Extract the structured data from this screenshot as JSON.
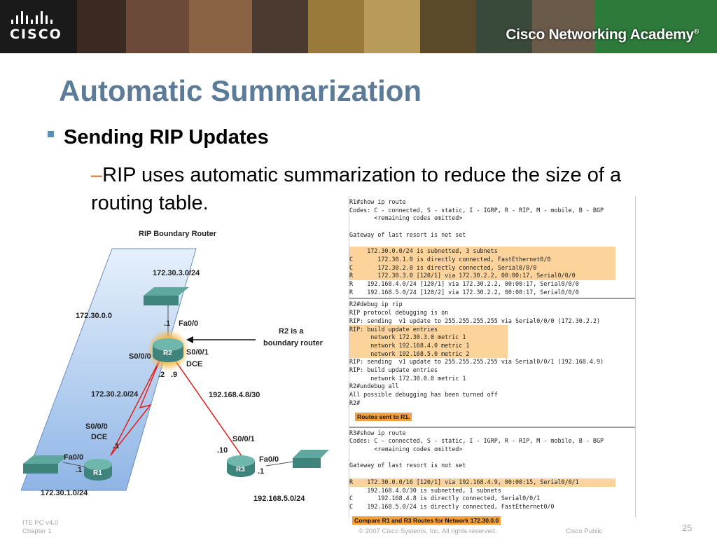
{
  "header": {
    "logo_text": "CISCO",
    "academy": "Cisco Networking Academy",
    "trademark": "®"
  },
  "slide": {
    "title": "Automatic Summarization",
    "bullet": "Sending RIP Updates",
    "sub_dash": "–",
    "sub_text": "RIP uses automatic summarization to reduce the size of a routing table."
  },
  "diagram": {
    "boundary_label": "RIP Boundary Router",
    "net_top": "172.30.3.0/24",
    "net_major": "172.30.0.0",
    "net_left": "172.30.2.0/24",
    "net_bottom_left": "172.30.1.0/24",
    "net_serial": "192.168.4.8/30",
    "net_bottom_right": "192.168.5.0/24",
    "r1": "R1",
    "r2": "R2",
    "r3": "R3",
    "r2_fa": "Fa0/0",
    "r2_fa_ip": ".1",
    "r2_s000": "S0/0/0",
    "r2_s001": "S0/0/1",
    "r2_dce": "DCE",
    "r2_ip_left": ".2",
    "r2_ip_right": ".9",
    "note_line1": "R2 is a",
    "note_line2": "boundary router",
    "r1_s000": "S0/0/0",
    "r1_dce": "DCE",
    "r1_ip": ".1",
    "r1_fa": "Fa0/0",
    "r1_fa_ip": ".1",
    "r3_s001": "S0/0/1",
    "r3_ip": ".10",
    "r3_fa": "Fa0/0",
    "r3_fa_ip": ".1"
  },
  "cli": {
    "block1": "R1#show ip route\nCodes: C - connected, S - static, I - IGRP, R - RIP, M - mobile, B - BGP\n       <remaining codes omitted>\n\nGateway of last resort is not set\n\n     172.30.0.0/24 is subnetted, 3 subnets\nC       172.30.1.0 is directly connected, FastEthernet0/0\nC       172.30.2.0 is directly connected, Serial0/0/0\nR       172.30.3.0 [120/1] via 172.30.2.2, 00:00:17, Serial0/0/0\nR    192.168.4.0/24 [120/1] via 172.30.2.2, 00:00:17, Serial0/0/0\nR    192.168.5.0/24 [120/2] via 172.30.2.2, 00:00:17, Serial0/0/0",
    "block2": "R2#debug ip rip\nRIP protocol debugging is on\nRIP: sending  v1 update to 255.255.255.255 via Serial0/0/0 (172.30.2.2)\nRIP: build update entries\n      network 172.30.3.0 metric 1\n      network 192.168.4.0 metric 1\n      network 192.168.5.0 metric 2\nRIP: sending  v1 update to 255.255.255.255 via Serial0/0/1 (192.168.4.9)\nRIP: build update entries\n      network 172.30.0.0 metric 1\nR2#undebug all\nAll possible debugging has been turned off\nR2#",
    "caption1": "Routes sent to R1.",
    "block3": "R3#show ip route\nCodes: C - connected, S - static, I - IGRP, R - RIP, M - mobile, B - BGP\n       <remaining codes omitted>\n\nGateway of last resort is not set\n\nR    172.30.0.0/16 [120/1] via 192.168.4.9, 00:00:15, Serial0/0/1\n     192.168.4.0/30 is subnetted, 1 subnets\nC       192.168.4.8 is directly connected, Serial0/0/1\nC    192.168.5.0/24 is directly connected, FastEthernet0/0",
    "caption2": "Compare R1 and R3 Routes for Network 172.30.0.0"
  },
  "footer": {
    "course": "ITE PC v4.0",
    "chapter": "Chapter 1",
    "copyright": "© 2007 Cisco Systems, Inc. All rights reserved.",
    "public": "Cisco Public",
    "page": "25"
  },
  "colors": {
    "title": "#5b7b99",
    "highlight": "#fbd39b",
    "caption": "#f5a03a",
    "serial_link": "#e0201a",
    "area_fill": "#a9c8ee"
  }
}
